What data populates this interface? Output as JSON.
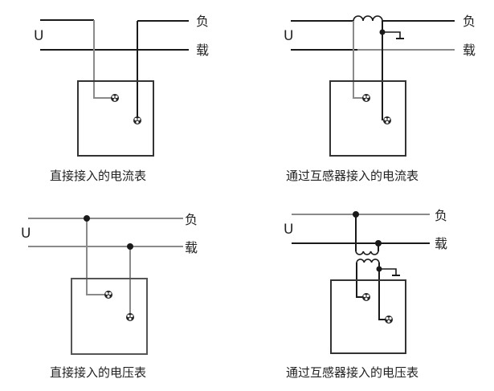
{
  "colors": {
    "wire_dark": "#1a1a1a",
    "wire_gray": "#8a8a8a",
    "box": "#333333",
    "text": "#222222"
  },
  "panels": [
    {
      "id": "direct-ammeter",
      "caption": "直接接入的电流表",
      "voltage_label": "U",
      "load_label_top": "负",
      "load_label_bottom": "载"
    },
    {
      "id": "ct-ammeter",
      "caption": "通过互感器接入的电流表",
      "voltage_label": "U",
      "load_label_top": "负",
      "load_label_bottom": "载"
    },
    {
      "id": "direct-voltmeter",
      "caption": "直接接入的电压表",
      "voltage_label": "U",
      "load_label_top": "负",
      "load_label_bottom": "载"
    },
    {
      "id": "pt-voltmeter",
      "caption": "通过互感器接入的电压表",
      "voltage_label": "U",
      "load_label_top": "负",
      "load_label_bottom": "载"
    }
  ]
}
